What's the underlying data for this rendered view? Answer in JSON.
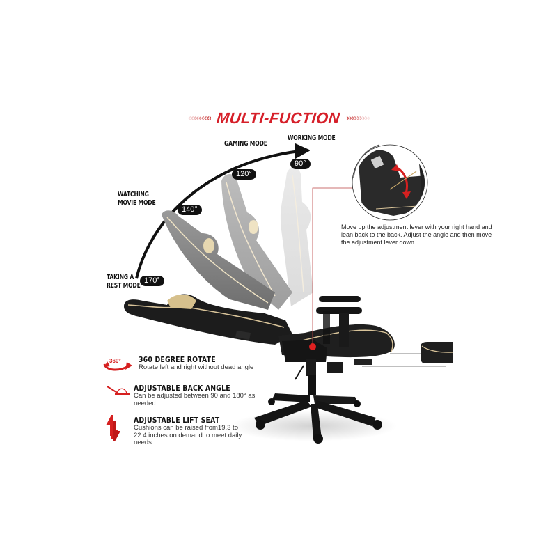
{
  "banner": {
    "title": "MULTI-FUCTION",
    "left_decoration": "‹‹‹‹‹‹‹‹‹",
    "right_decoration": "›››››››››",
    "accent_color": "#d6202a"
  },
  "modes": [
    {
      "label_line1": "WORKING MODE",
      "label_line2": "",
      "angle": "90°"
    },
    {
      "label_line1": "GAMING MODE",
      "label_line2": "",
      "angle": "120°"
    },
    {
      "label_line1": "WATCHING",
      "label_line2": "MOVIE MODE",
      "angle": "140°"
    },
    {
      "label_line1": "TAKING A",
      "label_line2": "REST MODE",
      "angle": "170°"
    }
  ],
  "inset": {
    "caption": "Move up the adjustment lever with your right hand and lean back to the back. Adjust the angle and then move the adjustment lever down."
  },
  "features": [
    {
      "icon": "rotate-360-icon",
      "icon_text": "360°",
      "title": "360 DEGREE ROTATE",
      "description": "Rotate left and right without dead angle"
    },
    {
      "icon": "back-angle-icon",
      "title": "ADJUSTABLE BACK ANGLE",
      "description": "Can be adjusted between 90 and 180° as needed"
    },
    {
      "icon": "lift-arrows-icon",
      "title": "ADJUSTABLE LIFT SEAT",
      "description": "Cushions can be raised from19.3 to 22.4 inches on demand to meet daily needs"
    }
  ]
}
